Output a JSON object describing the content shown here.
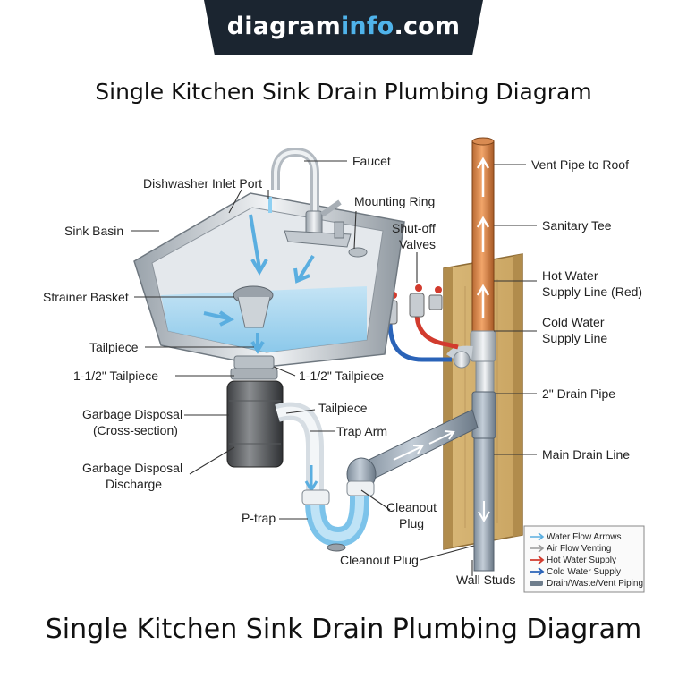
{
  "brand": {
    "part1": "diagram",
    "part2": "info",
    "part3": ".com"
  },
  "title_top": "Single Kitchen Sink Drain Plumbing Diagram",
  "title_bottom": "Single Kitchen Sink Drain Plumbing Diagram",
  "labels": {
    "faucet": "Faucet",
    "dishwasher_inlet": "Dishwasher Inlet Port",
    "mounting_ring": "Mounting Ring",
    "sink_basin": "Sink Basin",
    "shutoff_1": "Shut-off",
    "shutoff_2": "Valves",
    "strainer": "Strainer Basket",
    "tailpiece_a": "Tailpiece",
    "tailpiece_15_left": "1-1/2\" Tailpiece",
    "tailpiece_15_right": "1-1/2\" Tailpiece",
    "garbage_disposal_1": "Garbage Disposal",
    "garbage_disposal_2": "(Cross-section)",
    "tailpiece_b": "Tailpiece",
    "trap_arm": "Trap Arm",
    "gd_discharge_1": "Garbage Disposal",
    "gd_discharge_2": "Discharge",
    "ptrap": "P-trap",
    "cleanout_mid_1": "Cleanout",
    "cleanout_mid_2": "Plug",
    "cleanout_bottom": "Cleanout Plug",
    "wall_studs": "Wall Studs",
    "vent_pipe": "Vent Pipe to Roof",
    "sanitary_tee": "Sanitary Tee",
    "hot_water_1": "Hot Water",
    "hot_water_2": "Supply Line (Red)",
    "cold_water_1": "Cold Water",
    "cold_water_2": "Supply Line",
    "drain_2in": "2\" Drain Pipe",
    "main_drain": "Main Drain Line"
  },
  "legend": [
    {
      "label": "Water Flow Arrows",
      "color": "#5aaee0"
    },
    {
      "label": "Air Flow Venting",
      "color": "#9a9a9a"
    },
    {
      "label": "Hot Water Supply",
      "color": "#d23b2e"
    },
    {
      "label": "Cold Water Supply",
      "color": "#2a63b8"
    },
    {
      "label": "Drain/Waste/Vent Piping",
      "color": "#6e7d8c"
    }
  ]
}
